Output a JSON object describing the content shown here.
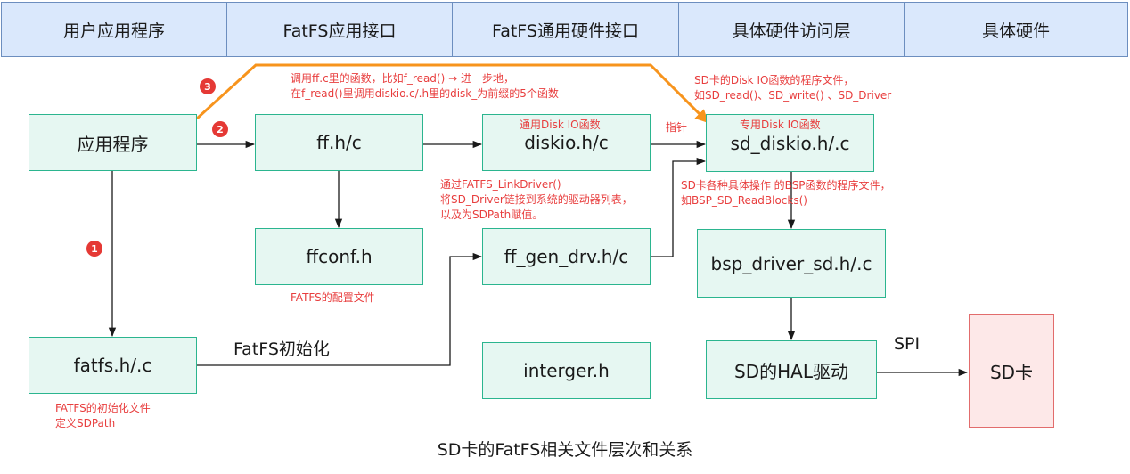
{
  "header": {
    "columns": [
      "用户应用程序",
      "FatFS应用接口",
      "FatFS通用硬件接口",
      "具体硬件访问层",
      "具体硬件"
    ]
  },
  "boxes": {
    "app": "应用程序",
    "ff": "ff.h/c",
    "diskio": "diskio.h/c",
    "sd_diskio": "sd_diskio.h/.c",
    "ffconf": "ffconf.h",
    "ff_gen_drv": "ff_gen_drv.h/c",
    "bsp_driver": "bsp_driver_sd.h/.c",
    "fatfs": "fatfs.h/.c",
    "interger": "interger.h",
    "sd_hal": "SD的HAL驱动",
    "sd_card": "SD卡"
  },
  "tags": {
    "diskio_generic": "通用Disk IO函数",
    "sd_diskio_specific": "专用Disk IO函数",
    "pointer": "指针"
  },
  "notes": {
    "top_line1": "调用ff.c里的函数，比如f_read() → 进一步地，",
    "top_line2": "在f_read()里调用diskio.c/.h里的disk_为前缀的5个函数",
    "sd_diskio_line1": "SD卡的Disk IO函数的程序文件，",
    "sd_diskio_line2": "如SD_read()、SD_write() 、SD_Driver",
    "link_line1": "通过FATFS_LinkDriver()",
    "link_line2": "将SD_Driver链接到系统的驱动器列表，",
    "link_line3": "以及为SDPath赋值。",
    "bsp_line1": "SD卡各种具体操作 的BSP函数的程序文件，",
    "bsp_line2": "如BSP_SD_ReadBlocks()",
    "ffconf_note": "FATFS的配置文件",
    "fatfs_line1": "FATFS的初始化文件",
    "fatfs_line2": "定义SDPath"
  },
  "labels": {
    "fatfs_init": "FatFS初始化",
    "spi": "SPI"
  },
  "badges": [
    "1",
    "2",
    "3"
  ],
  "caption": "SD卡的FatFS相关文件层次和关系",
  "colors": {
    "header_fill": "#dae8fc",
    "header_border": "#6c8ebf",
    "box_fill": "#e6f7f2",
    "box_border": "#2bb58f",
    "sdcard_fill": "#fde8e8",
    "sdcard_border": "#e26c6c",
    "annotation": "#e83e3e",
    "orange_arrow": "#f7941d"
  }
}
